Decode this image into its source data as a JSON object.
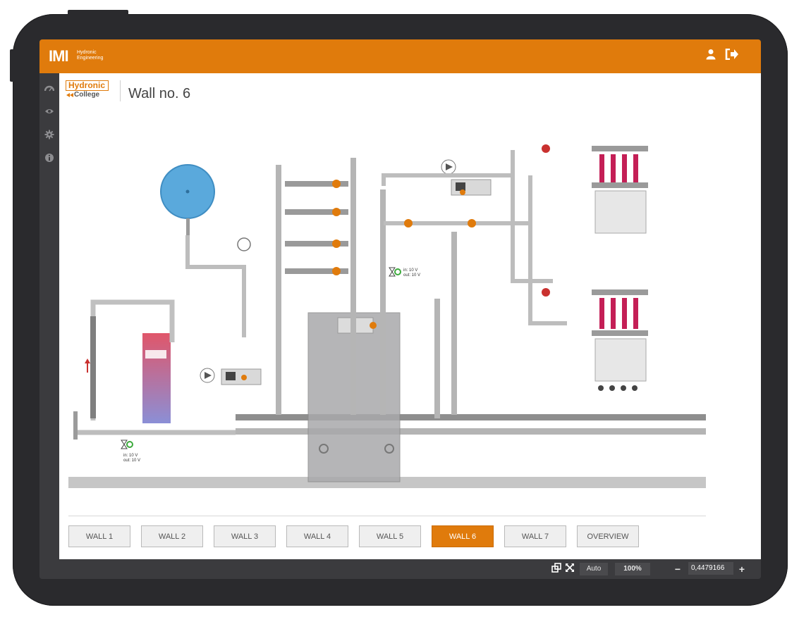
{
  "app": {
    "brand_logo": "IMI",
    "brand_sub_line1": "Hydronic",
    "brand_sub_line2": "Engineering"
  },
  "header": {
    "user_icon": "user-icon",
    "logout_icon": "logout-icon"
  },
  "sidebar": {
    "items": [
      {
        "icon": "dashboard-icon"
      },
      {
        "icon": "eye-icon"
      },
      {
        "icon": "gear-icon"
      },
      {
        "icon": "info-icon"
      }
    ]
  },
  "page": {
    "college_logo_line1": "Hydronic",
    "college_logo_line2": "College",
    "title": "Wall no. 6"
  },
  "diagram": {
    "valve_left": {
      "in": "in: 10 V",
      "out": "out: 10 V"
    },
    "valve_mid": {
      "in": "in: 10 V",
      "out": "out: 10 V"
    }
  },
  "tabs": [
    {
      "label": "WALL 1",
      "active": false
    },
    {
      "label": "WALL 2",
      "active": false
    },
    {
      "label": "WALL 3",
      "active": false
    },
    {
      "label": "WALL 4",
      "active": false
    },
    {
      "label": "WALL 5",
      "active": false
    },
    {
      "label": "WALL 6",
      "active": true
    },
    {
      "label": "WALL 7",
      "active": false
    },
    {
      "label": "OVERVIEW",
      "active": false
    }
  ],
  "footer": {
    "auto_label": "Auto",
    "zoom_label": "100%",
    "zoom_value": "0,4479166",
    "minus_label": "−",
    "plus_label": "+"
  },
  "colors": {
    "accent": "#e07b0c",
    "frame": "#2a2a2d",
    "chrome": "#3b3b3e"
  }
}
